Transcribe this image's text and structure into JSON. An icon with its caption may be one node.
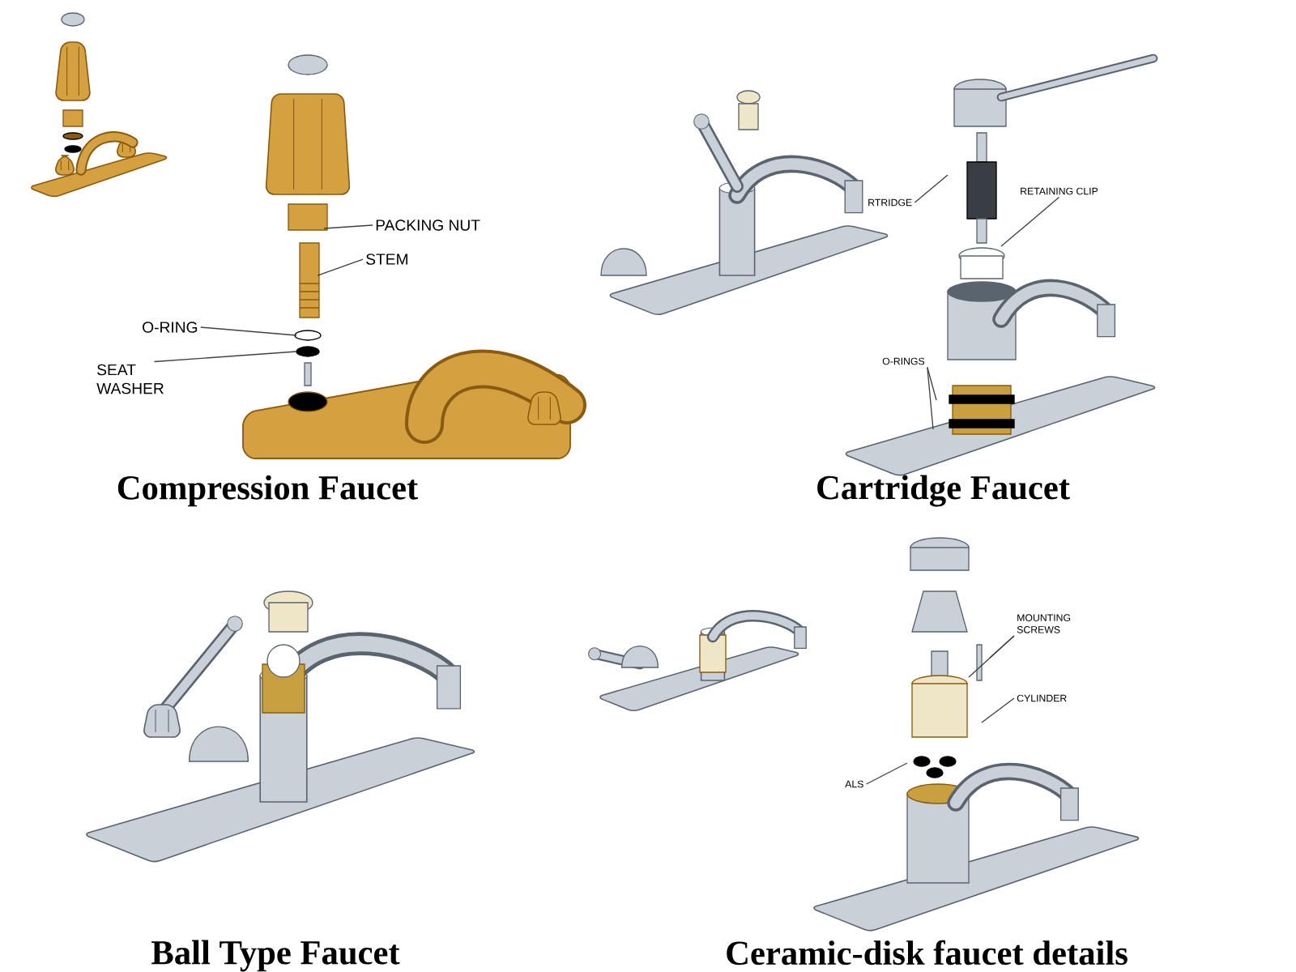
{
  "diagram": {
    "nodes": [
      {
        "text": [
          "PACKING NUT"
        ]
      },
      {
        "text": [
          "STEM"
        ]
      },
      {
        "text": [
          "O-RING"
        ]
      },
      {
        "text": [
          "SEAT WASHER"
        ]
      },
      {
        "text": [
          "RTRIDGE"
        ]
      },
      {
        "text": [
          "RETAINING CLIP"
        ]
      },
      {
        "text": [
          "O-RINGS"
        ]
      },
      {
        "text": [
          "MOUNTING SCREWS"
        ]
      },
      {
        "text": [
          "CYLINDER"
        ]
      },
      {
        "text": [
          "ALS"
        ]
      }
    ],
    "edges": [
      {
        "from": 0,
        "to": null,
        "arrow": "none"
      },
      {
        "from": 1,
        "to": null,
        "arrow": "none"
      },
      {
        "from": 2,
        "to": null,
        "arrow": "none"
      },
      {
        "from": 3,
        "to": null,
        "arrow": "none"
      },
      {
        "from": 4,
        "to": null,
        "arrow": "none"
      },
      {
        "from": 5,
        "to": null,
        "arrow": "none"
      },
      {
        "from": 6,
        "to": null,
        "arrow": "none"
      },
      {
        "from": 6,
        "to": null,
        "arrow": "none"
      },
      {
        "from": 7,
        "to": null,
        "arrow": "none"
      },
      {
        "from": 7,
        "to": null,
        "arrow": "none"
      },
      {
        "from": 8,
        "to": null,
        "arrow": "none"
      },
      {
        "from": 9,
        "to": null,
        "arrow": "none"
      }
    ],
    "labels": [
      "Compression Faucet",
      "Cartridge Faucet",
      "Ball Type Faucet",
      "Ceramic-disk faucet details"
    ]
  }
}
